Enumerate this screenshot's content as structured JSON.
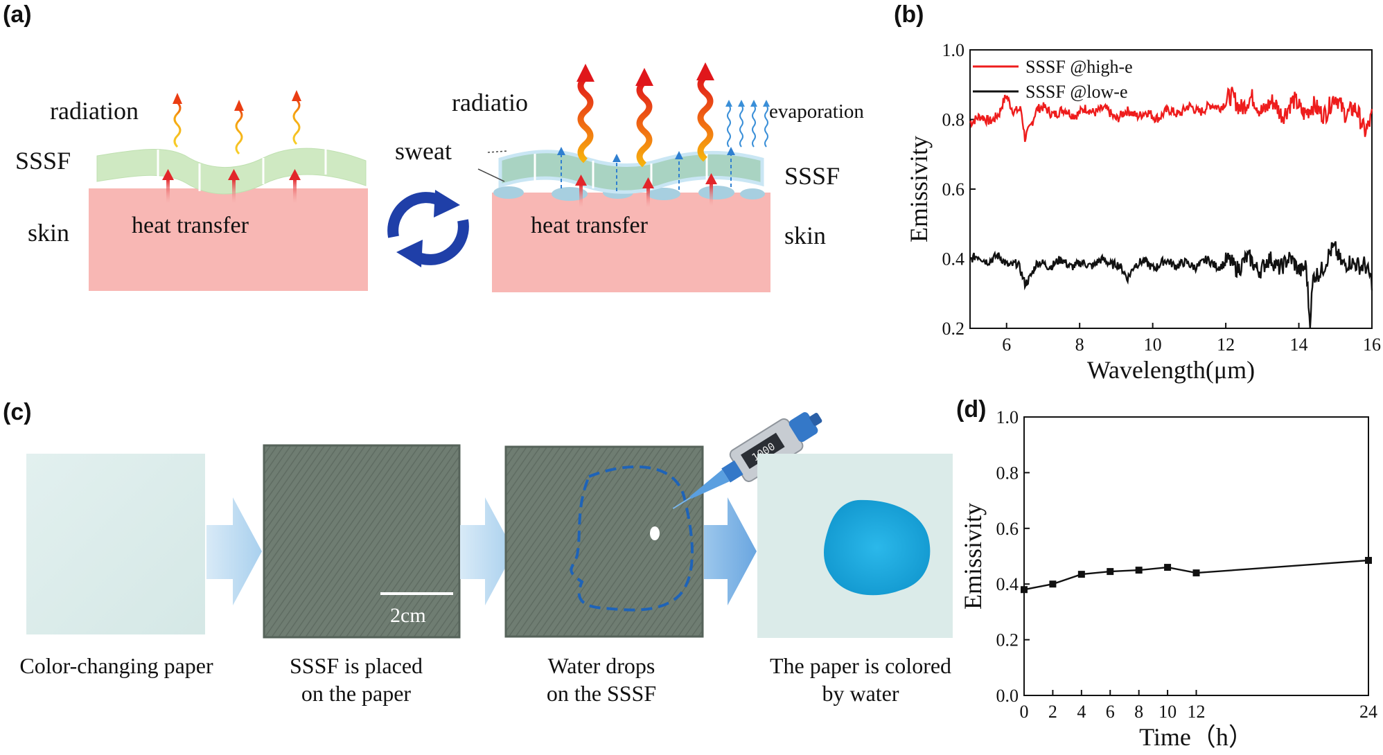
{
  "panels": {
    "a": "(a)",
    "b": "(b)",
    "c": "(c)",
    "d": "(d)"
  },
  "panel_a": {
    "left": {
      "radiation": "radiation",
      "sssf": "SSSF",
      "skin": "skin",
      "heat": "heat transfer"
    },
    "right": {
      "radiation": "radiatio",
      "sweat": "sweat",
      "evaporation": "evaporation",
      "sssf": "SSSF",
      "skin": "skin",
      "heat": "heat transfer"
    },
    "colors": {
      "skin": "#f8b7b4",
      "film_dry": "#cfe9c2",
      "film_wet": "#a9d3c2",
      "cycle_arrow": "#1f3fa8",
      "hot_wave": "#e0171b",
      "warm_wave": "#f5b70a",
      "evap_wave": "#3a8fd8"
    }
  },
  "panel_c": {
    "steps": [
      "Color-changing paper",
      "SSSF is placed on the paper",
      "Water drops on the SSSF",
      "The paper is colored by water"
    ],
    "scale_bar": "2cm",
    "pipette_display": "1000",
    "colors": {
      "paper": "#dfeeec",
      "fabric": "#6f7d72",
      "arrow": "#bcdcf1",
      "stain": "#19a8de",
      "outline": "#1e63b8"
    }
  },
  "chart_data": [
    {
      "type": "line",
      "panel": "b",
      "xlabel": "Wavelength(μm)",
      "ylabel": "Emissivity",
      "xlim": [
        5,
        16
      ],
      "ylim": [
        0.2,
        1.0
      ],
      "xticks": [
        6,
        8,
        10,
        12,
        14,
        16
      ],
      "yticks": [
        0.2,
        0.4,
        0.6,
        0.8,
        1.0
      ],
      "legend_position": "top-left",
      "series": [
        {
          "name": "SSSF @high-e",
          "color": "#ee1c1c",
          "x": [
            5.0,
            5.4,
            5.8,
            6.0,
            6.2,
            6.4,
            6.5,
            6.8,
            7.5,
            8.0,
            8.5,
            9.0,
            9.5,
            10.0,
            10.5,
            11.0,
            11.5,
            12.0,
            12.5,
            13.0,
            13.5,
            14.0,
            14.5,
            15.0,
            15.5,
            15.8,
            16.0
          ],
          "y": [
            0.8,
            0.8,
            0.81,
            0.87,
            0.83,
            0.82,
            0.74,
            0.83,
            0.82,
            0.82,
            0.83,
            0.81,
            0.82,
            0.81,
            0.82,
            0.83,
            0.83,
            0.85,
            0.85,
            0.84,
            0.83,
            0.84,
            0.82,
            0.85,
            0.82,
            0.78,
            0.81
          ]
        },
        {
          "name": "SSSF @low-e",
          "color": "#111111",
          "x": [
            5.0,
            5.4,
            5.8,
            6.0,
            6.3,
            6.5,
            6.8,
            7.5,
            8.0,
            8.5,
            9.0,
            9.3,
            9.5,
            10.0,
            10.5,
            11.0,
            11.5,
            12.0,
            12.5,
            13.0,
            13.5,
            14.0,
            14.2,
            14.3,
            14.4,
            14.6,
            15.0,
            15.5,
            15.8,
            16.0
          ],
          "y": [
            0.4,
            0.4,
            0.4,
            0.39,
            0.38,
            0.33,
            0.38,
            0.39,
            0.38,
            0.39,
            0.39,
            0.34,
            0.39,
            0.38,
            0.39,
            0.38,
            0.39,
            0.38,
            0.39,
            0.38,
            0.39,
            0.38,
            0.38,
            0.2,
            0.34,
            0.38,
            0.42,
            0.37,
            0.4,
            0.32
          ]
        }
      ]
    },
    {
      "type": "line",
      "panel": "d",
      "xlabel": "Time（h）",
      "ylabel": "Emissivity",
      "xlim": [
        0,
        24
      ],
      "ylim": [
        0.0,
        1.0
      ],
      "xticks": [
        0,
        2,
        4,
        6,
        8,
        10,
        12,
        24
      ],
      "yticks": [
        0.0,
        0.2,
        0.4,
        0.6,
        0.8,
        1.0
      ],
      "series": [
        {
          "color": "#111111",
          "x": [
            0,
            2,
            4,
            6,
            8,
            10,
            12,
            24
          ],
          "y": [
            0.38,
            0.4,
            0.435,
            0.445,
            0.45,
            0.46,
            0.44,
            0.485
          ]
        }
      ]
    }
  ]
}
